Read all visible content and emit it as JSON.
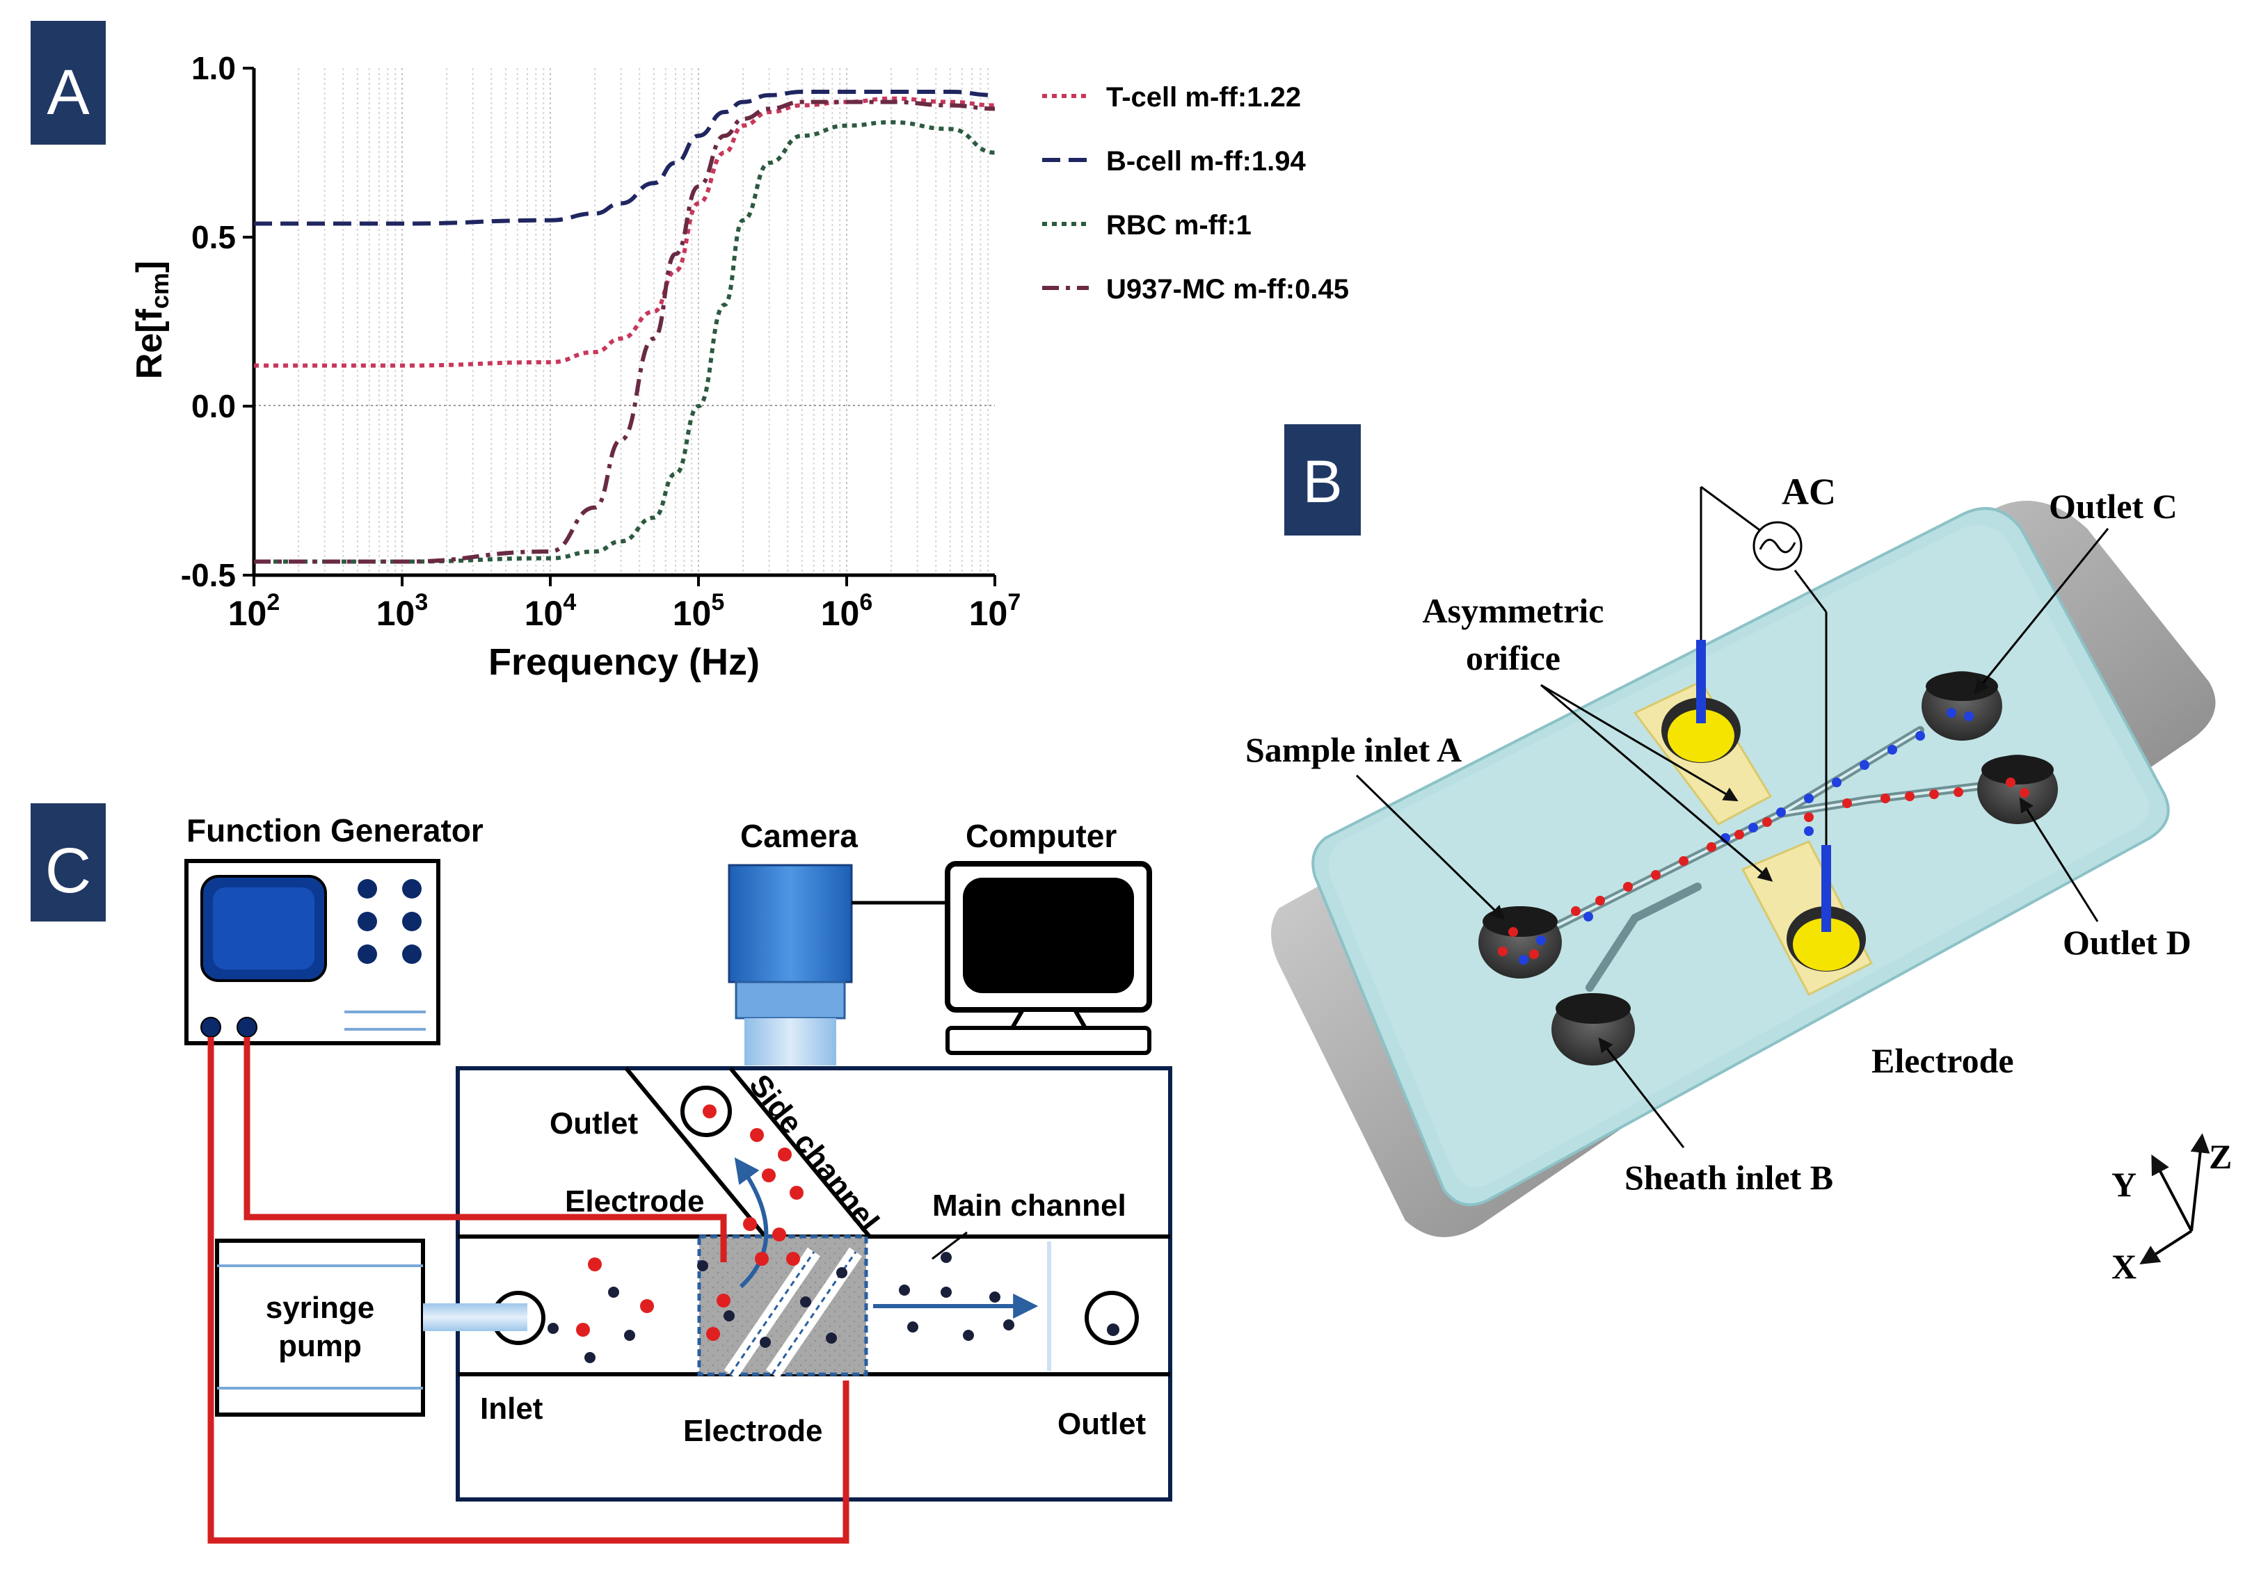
{
  "panels": {
    "a": {
      "label": "A"
    },
    "b": {
      "label": "B"
    },
    "c": {
      "label": "C"
    }
  },
  "chart_data": {
    "type": "line",
    "xlabel": "Frequency (Hz)",
    "ylabel_main": "Re[f",
    "ylabel_sub": "cm",
    "ylabel_end": "]",
    "xscale": "log",
    "xlim": [
      100,
      10000000
    ],
    "ylim": [
      -0.5,
      1.0
    ],
    "grid": true,
    "legend_position": "right",
    "x_ticks": [
      {
        "base": "10",
        "exp": "2"
      },
      {
        "base": "10",
        "exp": "3"
      },
      {
        "base": "10",
        "exp": "4"
      },
      {
        "base": "10",
        "exp": "5"
      },
      {
        "base": "10",
        "exp": "6"
      },
      {
        "base": "10",
        "exp": "7"
      }
    ],
    "y_ticks": [
      "-0.5",
      "0.0",
      "0.5",
      "1.0"
    ],
    "y_tick_values": [
      -0.5,
      0.0,
      0.5,
      1.0
    ],
    "x": [
      100,
      1000,
      10000,
      20000,
      30000,
      50000,
      70000,
      100000,
      150000,
      200000,
      300000,
      500000,
      1000000,
      2000000,
      5000000,
      10000000
    ],
    "series": [
      {
        "name": "T-cell m-ff:1.22",
        "color": "#c8375a",
        "dash": "dot",
        "values": [
          0.12,
          0.12,
          0.13,
          0.16,
          0.2,
          0.28,
          0.4,
          0.6,
          0.75,
          0.83,
          0.87,
          0.89,
          0.9,
          0.91,
          0.9,
          0.89
        ]
      },
      {
        "name": "B-cell m-ff:1.94",
        "color": "#1f2660",
        "dash": "dash",
        "values": [
          0.54,
          0.54,
          0.55,
          0.57,
          0.6,
          0.66,
          0.72,
          0.8,
          0.87,
          0.9,
          0.92,
          0.93,
          0.93,
          0.93,
          0.93,
          0.92
        ]
      },
      {
        "name": "RBC m-ff:1",
        "color": "#2c5a40",
        "dash": "dot",
        "values": [
          -0.46,
          -0.46,
          -0.45,
          -0.43,
          -0.4,
          -0.33,
          -0.2,
          0.0,
          0.3,
          0.55,
          0.72,
          0.8,
          0.83,
          0.84,
          0.82,
          0.75
        ]
      },
      {
        "name": "U937-MC m-ff:0.45",
        "color": "#6a2a44",
        "dash": "dashdot",
        "values": [
          -0.46,
          -0.46,
          -0.43,
          -0.3,
          -0.1,
          0.2,
          0.45,
          0.65,
          0.8,
          0.85,
          0.88,
          0.9,
          0.9,
          0.9,
          0.89,
          0.88
        ]
      }
    ]
  },
  "panel_b": {
    "ac_label": "AC",
    "asym_line1": "Asymmetric",
    "asym_line2": "orifice",
    "sample_inlet": "Sample inlet A",
    "sheath_inlet": "Sheath inlet B",
    "outlet_c": "Outlet C",
    "outlet_d": "Outlet D",
    "electrode": "Electrode",
    "axis_x": "X",
    "axis_y": "Y",
    "axis_z": "Z"
  },
  "panel_c": {
    "function_generator": "Function Generator",
    "camera": "Camera",
    "computer": "Computer",
    "outlet_top": "Outlet",
    "side_channel": "Side channel",
    "electrode_top": "Electrode",
    "main_channel": "Main channel",
    "syringe_line1": "syringe",
    "syringe_line2": "pump",
    "inlet": "Inlet",
    "electrode_bottom": "Electrode",
    "outlet_right": "Outlet"
  },
  "colors": {
    "panel_label_bg": "#203864",
    "red_particle": "#e02020",
    "dark_particle": "#1a1f3a",
    "blue_particle": "#2040e0",
    "wire": "#d42020",
    "chip": "#b7dde0",
    "electrode_pad": "#f2e7a6",
    "yellow": "#f5e400",
    "flow_arrow": "#2a5fa0"
  }
}
